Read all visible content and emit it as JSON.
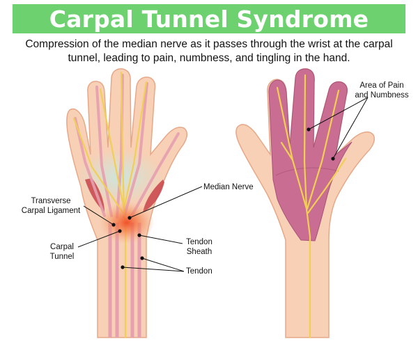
{
  "title": "Carpal Tunnel Syndrome",
  "subtitle": "Compression of the median nerve as it passes through the wrist at the carpal tunnel, leading to pain, numbness, and tingling in the hand.",
  "colors": {
    "title_bar": "#6dd16f",
    "skin": "#f7d0b5",
    "skin_outline": "#e6a889",
    "affected_area": "#c96d93",
    "nerve": "#f1cf55",
    "tendon": "#e6a0b0",
    "muscle": "#c8434a",
    "inflammation": "#f26a3a"
  },
  "labels": {
    "area_of_pain": [
      "Area of Pain",
      "and Numbness"
    ],
    "median_nerve": "Median Nerve",
    "transverse_carpal_ligament": [
      "Transverse",
      "Carpal Ligament"
    ],
    "carpal_tunnel": [
      "Carpal",
      "Tunnel"
    ],
    "tendon_sheath": [
      "Tendon",
      "Sheath"
    ],
    "tendon": "Tendon"
  }
}
